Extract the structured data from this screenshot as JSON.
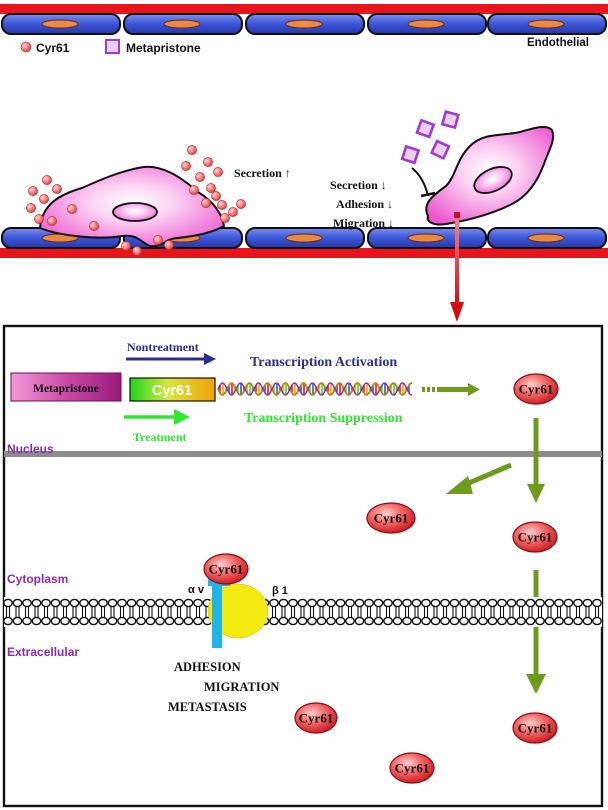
{
  "legend": {
    "cyr61": "Cyr61",
    "metapristone": "Metapristone",
    "endothelial": "Endothelial"
  },
  "top": {
    "secretion_up": "Secretion ↑",
    "secretion_down": "Secretion ↓",
    "adhesion_down": "Adhesion ↓",
    "migration_down": "Migration ↓"
  },
  "nucleus_panel": {
    "nontreatment": "Nontreatment",
    "treatment": "Treatment",
    "metapristone_box": "Metapristone",
    "gene": "Cyr61",
    "activation": "Transcription Activation",
    "suppression": "Transcription Suppression",
    "nucleus": "Nucleus",
    "cytoplasm": "Cytoplasm",
    "extracellular": "Extracellular",
    "alpha_v": "α v",
    "beta1": "β 1",
    "outcomes": [
      "ADHESION",
      "MIGRATION",
      "METASTASIS"
    ],
    "cyr61_protein": "Cyr61"
  },
  "colors": {
    "vessel_red": "#e8141c",
    "endothelial_blue": "#3a55d8",
    "cell_pink": "#f06ad4",
    "nontreatment_blue": "#2a2f8e",
    "treatment_green": "#2ee82e",
    "olive_arrow": "#6e9a1e",
    "purple_label": "#8a2bb0",
    "integrin_cyan": "#1fb6e6",
    "integrin_yellow": "#f2ea10"
  }
}
